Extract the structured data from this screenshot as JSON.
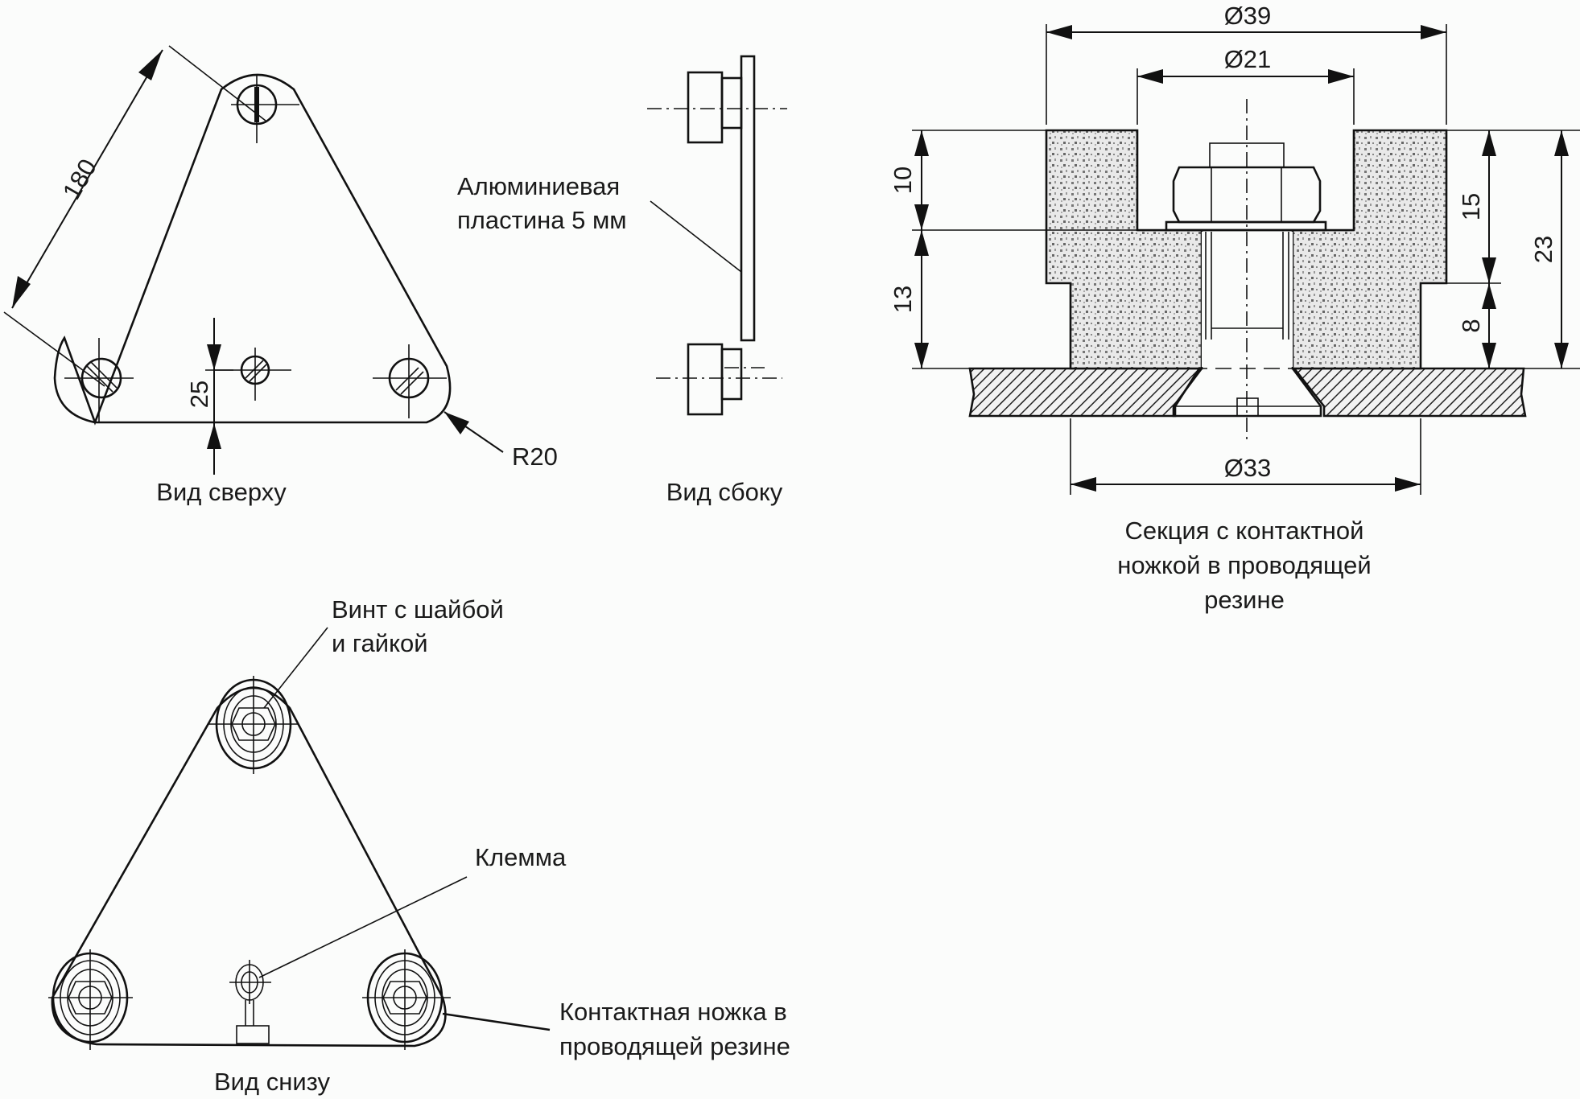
{
  "drawing": {
    "views": {
      "top": {
        "caption": "Вид сверху",
        "dim_side": "180",
        "dim_offset": "25",
        "dim_radius": "R20"
      },
      "side": {
        "caption": "Вид сбоку",
        "callout_line1": "Алюминиевая",
        "callout_line2": "пластина 5 мм"
      },
      "bottom": {
        "caption": "Вид снизу",
        "callout_screw_line1": "Винт с шайбой",
        "callout_screw_line2": "и гайкой",
        "callout_terminal": "Клемма",
        "callout_foot_line1": "Контактная ножка в",
        "callout_foot_line2": "проводящей резине"
      },
      "section": {
        "caption_line1": "Секция с контактной",
        "caption_line2": "ножкой в проводящей",
        "caption_line3": "резине",
        "dim_outer_diameter": "Ø39",
        "dim_inner_diameter": "Ø21",
        "dim_base_diameter": "Ø33",
        "dim_upper_height": "10",
        "dim_lower_height": "13",
        "dim_recess_height": "15",
        "dim_step_height": "8",
        "dim_total_height": "23"
      }
    },
    "colors": {
      "line": "#111111",
      "background": "#fbfcfb"
    }
  }
}
